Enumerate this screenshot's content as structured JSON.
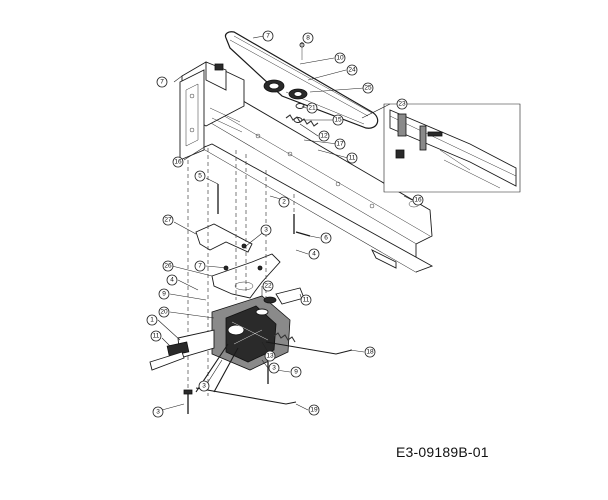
{
  "drawing_id": "E3-09189B-01",
  "callout_labels": {
    "c1": "7",
    "c2": "8",
    "c3": "7",
    "c4": "10",
    "c5": "24",
    "c6": "25",
    "c7": "21",
    "c8": "23",
    "c9": "15",
    "c10": "12",
    "c11": "17",
    "c12": "11",
    "c13": "16",
    "c14": "5",
    "c15": "2",
    "c16": "16",
    "c17": "6",
    "c18": "27",
    "c19": "3",
    "c20": "4",
    "c21": "26",
    "c22": "7",
    "c23": "4",
    "c24": "22",
    "c25": "9",
    "c26": "11",
    "c27": "20",
    "c28": "1",
    "c29": "13",
    "c30": "11",
    "c31": "18",
    "c32": "3",
    "c33": "9",
    "c34": "3",
    "c35": "3",
    "c36": "19"
  }
}
